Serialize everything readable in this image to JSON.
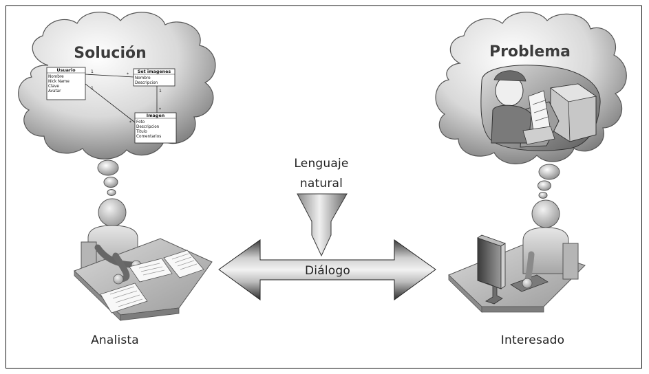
{
  "labels": {
    "solution_title": "Solución",
    "problem_title": "Problema",
    "language_line1": "Lenguaje",
    "language_line2": "natural",
    "dialogue": "Diálogo",
    "analyst": "Analista",
    "stakeholder": "Interesado"
  },
  "uml": {
    "classes": [
      {
        "name": "Usuario",
        "attributes": [
          "Nombre",
          "Nick Name",
          "Clave",
          "Avatar"
        ]
      },
      {
        "name": "Set imagenes",
        "attributes": [
          "Nombre",
          "Descripcion"
        ]
      },
      {
        "name": "Imagen",
        "attributes": [
          "Foto",
          "Descripcion",
          "Titulo",
          "Comentarios"
        ]
      }
    ],
    "multiplicities": [
      "1",
      "*",
      "1",
      "*",
      "1",
      "*"
    ]
  },
  "colors": {
    "frame": "#111111",
    "cloud_light": "#ffffff",
    "cloud_dark": "#7a7a7a",
    "arrow_light": "#eeeeee",
    "arrow_dark": "#2c2c2c"
  }
}
